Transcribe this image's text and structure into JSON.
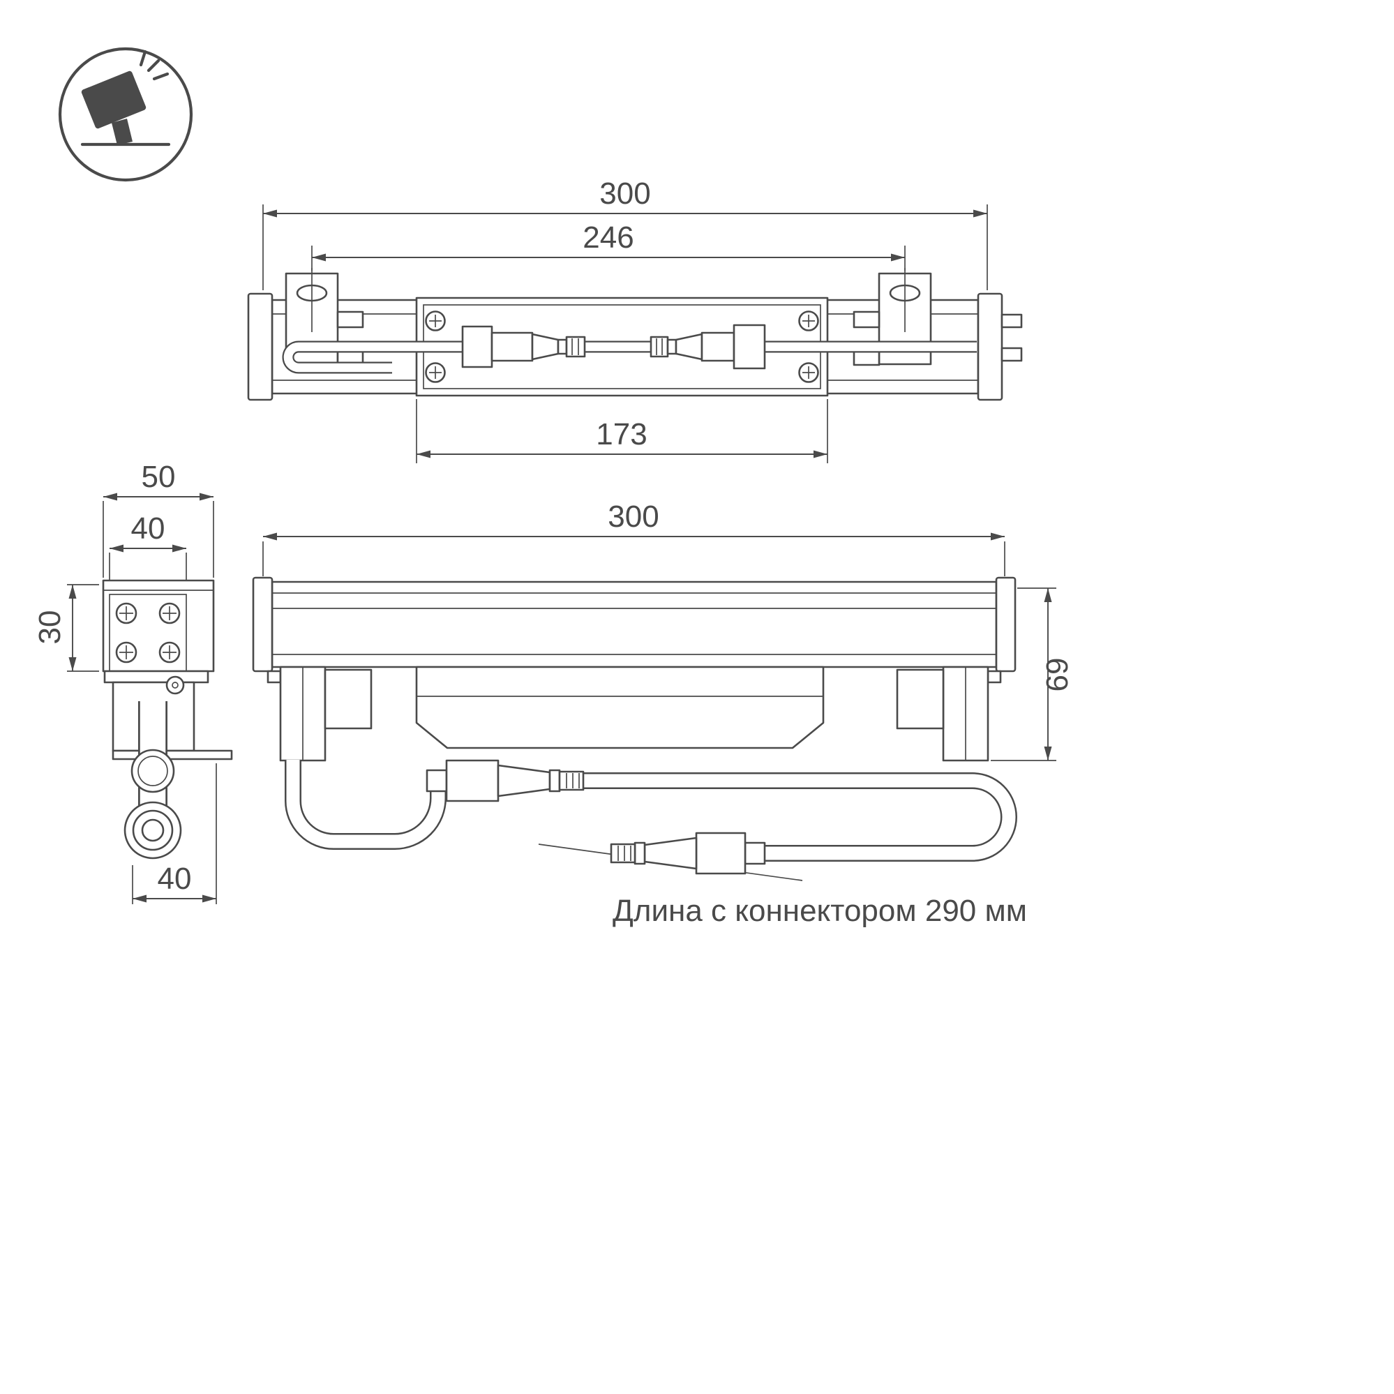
{
  "colors": {
    "line": "#4a4a4a",
    "background": "#ffffff"
  },
  "icon": {
    "type": "tilted-floodlight-on-ground"
  },
  "top_view": {
    "dim_overall_length": "300",
    "dim_bracket_spacing": "246",
    "dim_body_length": "173"
  },
  "end_view": {
    "dim_overall_width": "50",
    "dim_bracket_width": "40",
    "dim_profile_height": "30",
    "dim_bracket_depth": "40"
  },
  "front_view": {
    "dim_overall_length": "300",
    "dim_overall_height": "69"
  },
  "note": {
    "connector_length_label": "Длина с коннектором 290 мм"
  }
}
